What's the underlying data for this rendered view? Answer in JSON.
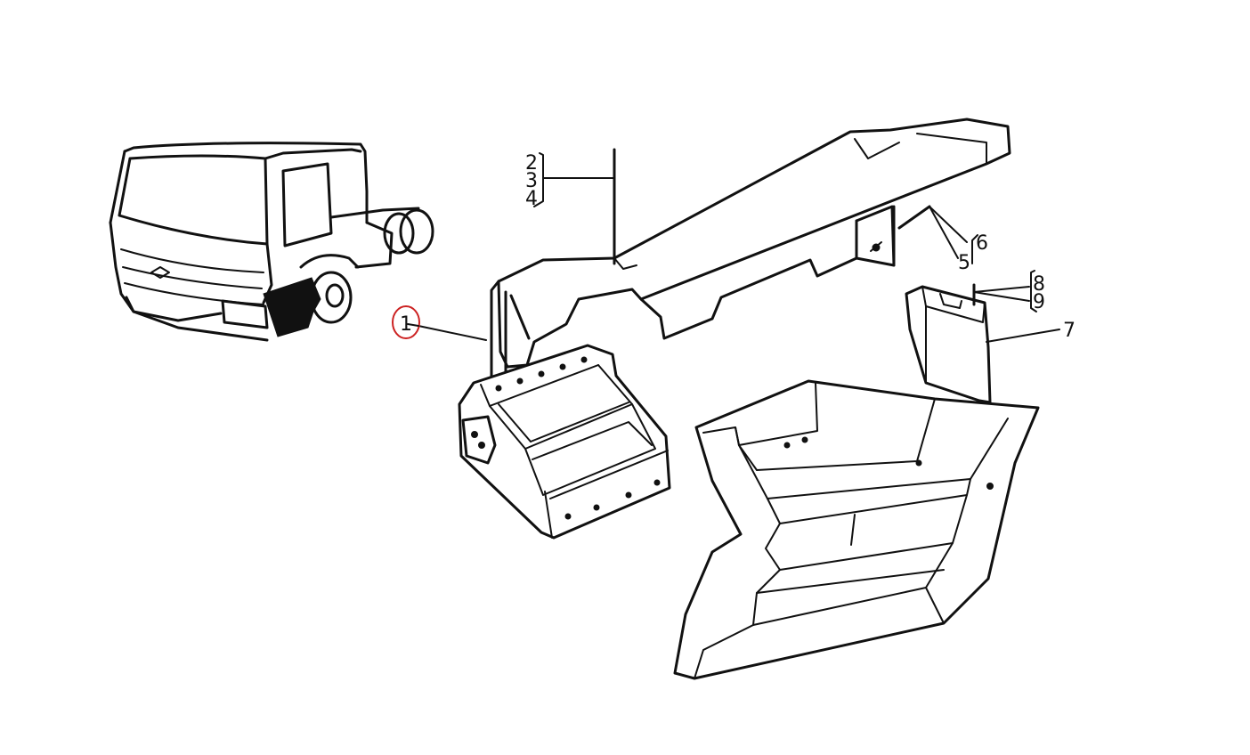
{
  "callouts": [
    {
      "id": "1",
      "text": "1",
      "highlighted": true
    },
    {
      "id": "2",
      "text": "2"
    },
    {
      "id": "3",
      "text": "3"
    },
    {
      "id": "4",
      "text": "4"
    },
    {
      "id": "5",
      "text": "5"
    },
    {
      "id": "6",
      "text": "6"
    },
    {
      "id": "7",
      "text": "7"
    },
    {
      "id": "8",
      "text": "8"
    },
    {
      "id": "9",
      "text": "9"
    }
  ],
  "colors": {
    "line": "#111111",
    "background": "#ffffff",
    "highlight_circle": "#cc2222"
  }
}
